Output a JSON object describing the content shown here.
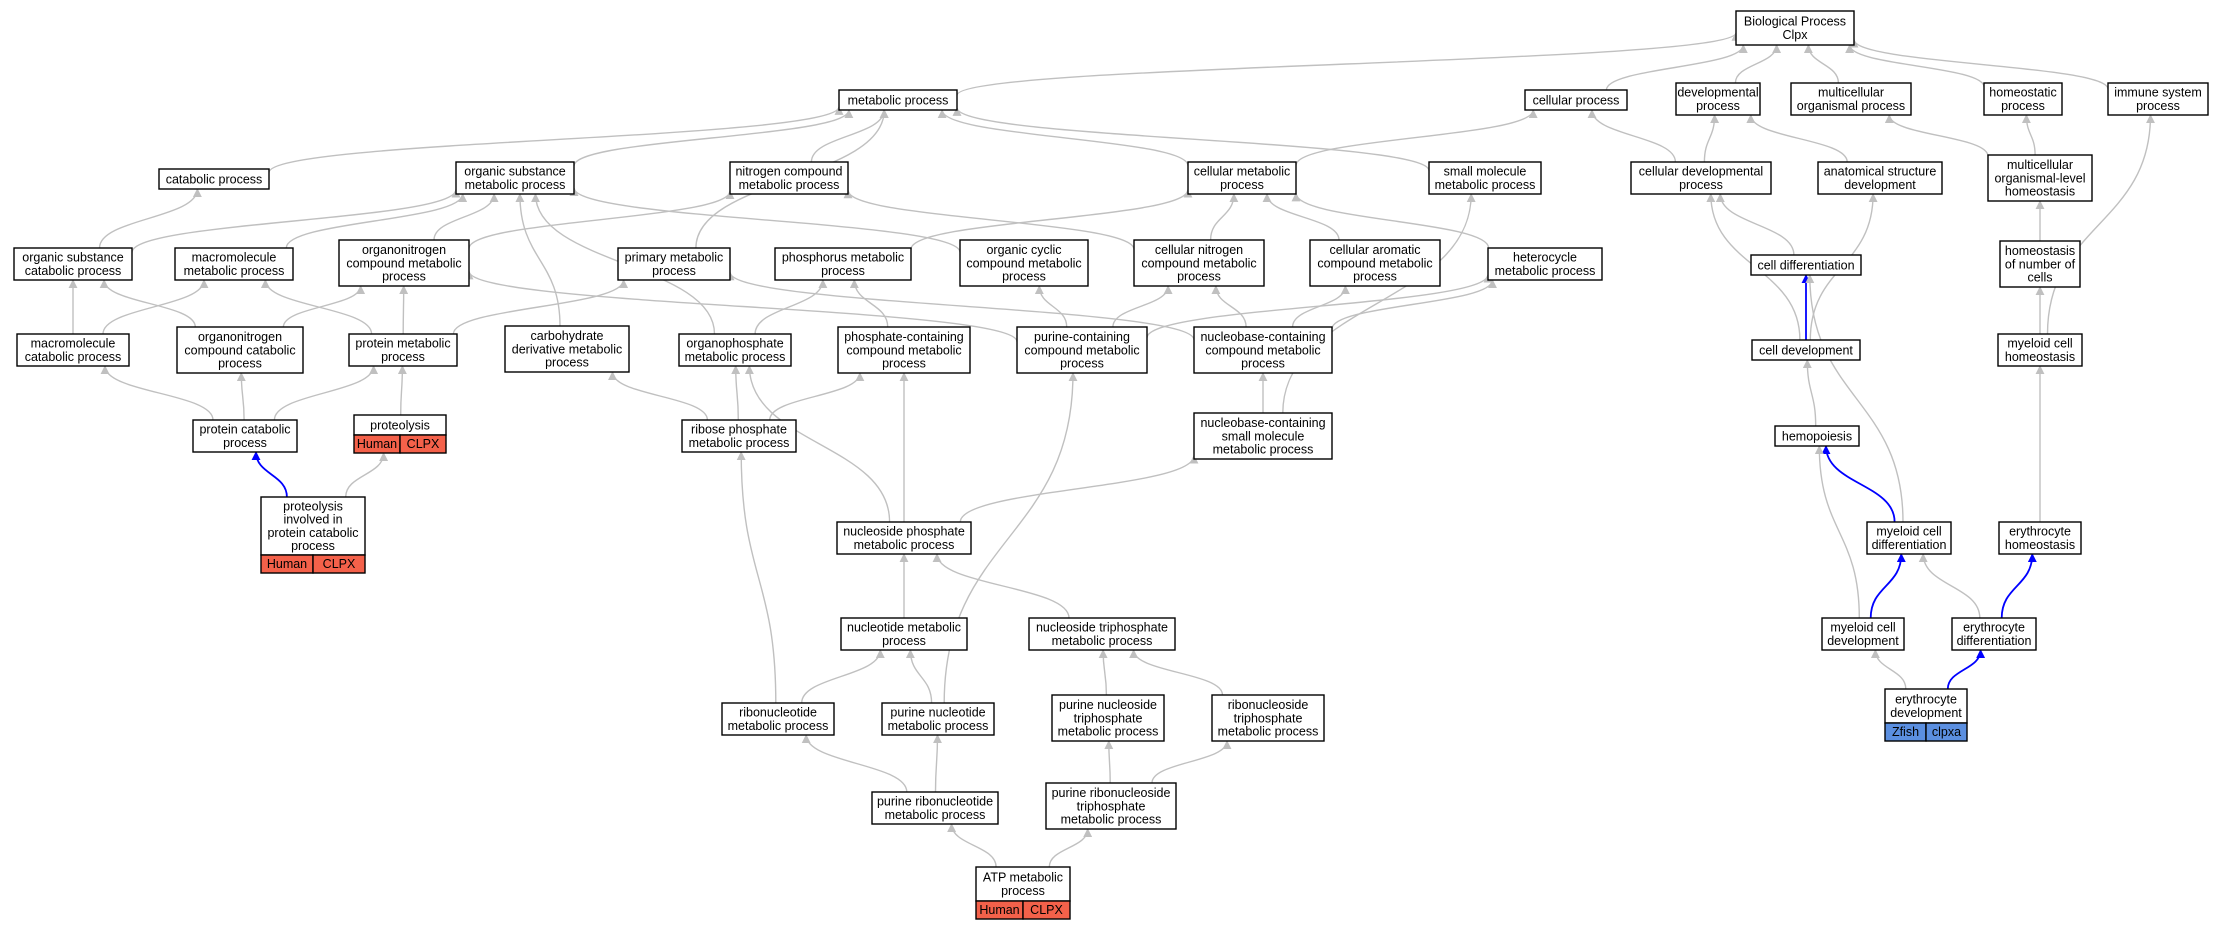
{
  "colors": {
    "edge": "#c0c0c0",
    "edge_highlight": "#0000ff",
    "human_badge": "#f4614a",
    "zfish_badge": "#5b8fe0",
    "node_border": "#000000"
  },
  "nodes": {
    "biological_process": [
      "Biological Process",
      "Clpx"
    ],
    "metabolic_process": [
      "metabolic process"
    ],
    "cellular_process": [
      "cellular process"
    ],
    "developmental_process": [
      "developmental",
      "process"
    ],
    "multicellular_organismal_process": [
      "multicellular",
      "organismal process"
    ],
    "homeostatic_process": [
      "homeostatic",
      "process"
    ],
    "immune_system_process": [
      "immune system",
      "process"
    ],
    "catabolic_process": [
      "catabolic process"
    ],
    "organic_substance_metabolic_process": [
      "organic substance",
      "metabolic process"
    ],
    "nitrogen_compound_metabolic_process": [
      "nitrogen compound",
      "metabolic process"
    ],
    "cellular_metabolic_process": [
      "cellular metabolic",
      "process"
    ],
    "small_molecule_metabolic_process": [
      "small molecule",
      "metabolic process"
    ],
    "cellular_developmental_process": [
      "cellular developmental",
      "process"
    ],
    "anatomical_structure_development": [
      "anatomical structure",
      "development"
    ],
    "multicellular_organism_level_homeostasis": [
      "multicellular",
      "organismal-level",
      "homeostasis"
    ],
    "organic_substance_catabolic_process": [
      "organic substance",
      "catabolic process"
    ],
    "macromolecule_metabolic_process": [
      "macromolecule",
      "metabolic process"
    ],
    "organonitrogen_compound_metabolic_process": [
      "organonitrogen",
      "compound metabolic",
      "process"
    ],
    "primary_metabolic_process": [
      "primary metabolic",
      "process"
    ],
    "phosphorus_metabolic_process": [
      "phosphorus metabolic",
      "process"
    ],
    "organic_cyclic_compound_metabolic_process": [
      "organic cyclic",
      "compound metabolic",
      "process"
    ],
    "cellular_nitrogen_compound_metabolic_process": [
      "cellular nitrogen",
      "compound metabolic",
      "process"
    ],
    "cellular_aromatic_compound_metabolic_process": [
      "cellular aromatic",
      "compound metabolic",
      "process"
    ],
    "heterocycle_metabolic_process": [
      "heterocycle",
      "metabolic process"
    ],
    "cell_differentiation": [
      "cell differentiation"
    ],
    "homeostasis_of_number_of_cells": [
      "homeostasis",
      "of number of",
      "cells"
    ],
    "macromolecule_catabolic_process": [
      "macromolecule",
      "catabolic process"
    ],
    "organonitrogen_compound_catabolic_process": [
      "organonitrogen",
      "compound catabolic",
      "process"
    ],
    "protein_metabolic_process": [
      "protein metabolic",
      "process"
    ],
    "carbohydrate_derivative_metabolic_process": [
      "carbohydrate",
      "derivative metabolic",
      "process"
    ],
    "organophosphate_metabolic_process": [
      "organophosphate",
      "metabolic process"
    ],
    "phosphate_containing_compound_metabolic_process": [
      "phosphate-containing",
      "compound metabolic",
      "process"
    ],
    "purine_containing_compound_metabolic_process": [
      "purine-containing",
      "compound metabolic",
      "process"
    ],
    "nucleobase_containing_compound_metabolic_process": [
      "nucleobase-containing",
      "compound metabolic",
      "process"
    ],
    "cell_development": [
      "cell development"
    ],
    "myeloid_cell_homeostasis": [
      "myeloid cell",
      "homeostasis"
    ],
    "protein_catabolic_process": [
      "protein catabolic",
      "process"
    ],
    "proteolysis": [
      "proteolysis"
    ],
    "ribose_phosphate_metabolic_process": [
      "ribose phosphate",
      "metabolic process"
    ],
    "nucleobase_containing_small_molecule_metabolic_process": [
      "nucleobase-containing",
      "small molecule",
      "metabolic process"
    ],
    "hemopoiesis": [
      "hemopoiesis"
    ],
    "proteolysis_involved_in_protein_catabolic_process": [
      "proteolysis",
      "involved in",
      "protein catabolic",
      "process"
    ],
    "nucleoside_phosphate_metabolic_process": [
      "nucleoside phosphate",
      "metabolic process"
    ],
    "myeloid_cell_differentiation": [
      "myeloid cell",
      "differentiation"
    ],
    "erythrocyte_homeostasis": [
      "erythrocyte",
      "homeostasis"
    ],
    "nucleotide_metabolic_process": [
      "nucleotide metabolic",
      "process"
    ],
    "nucleoside_triphosphate_metabolic_process": [
      "nucleoside triphosphate",
      "metabolic process"
    ],
    "myeloid_cell_development": [
      "myeloid cell",
      "development"
    ],
    "erythrocyte_differentiation": [
      "erythrocyte",
      "differentiation"
    ],
    "ribonucleotide_metabolic_process": [
      "ribonucleotide",
      "metabolic process"
    ],
    "purine_nucleotide_metabolic_process": [
      "purine nucleotide",
      "metabolic process"
    ],
    "purine_nucleoside_triphosphate_metabolic_process": [
      "purine nucleoside",
      "triphosphate",
      "metabolic process"
    ],
    "ribonucleoside_triphosphate_metabolic_process": [
      "ribonucleoside",
      "triphosphate",
      "metabolic process"
    ],
    "erythrocyte_development": [
      "erythrocyte",
      "development"
    ],
    "purine_ribonucleotide_metabolic_process": [
      "purine ribonucleotide",
      "metabolic process"
    ],
    "purine_ribonucleoside_triphosphate_metabolic_process": [
      "purine ribonucleoside",
      "triphosphate",
      "metabolic process"
    ],
    "atp_metabolic_process": [
      "ATP metabolic",
      "process"
    ]
  },
  "annotations": {
    "proteolysis": {
      "species": "Human",
      "gene": "CLPX"
    },
    "proteolysis_involved_in_protein_catabolic_process": {
      "species": "Human",
      "gene": "CLPX"
    },
    "atp_metabolic_process": {
      "species": "Human",
      "gene": "CLPX"
    },
    "erythrocyte_development": {
      "species": "Zfish",
      "gene": "clpxa"
    }
  }
}
